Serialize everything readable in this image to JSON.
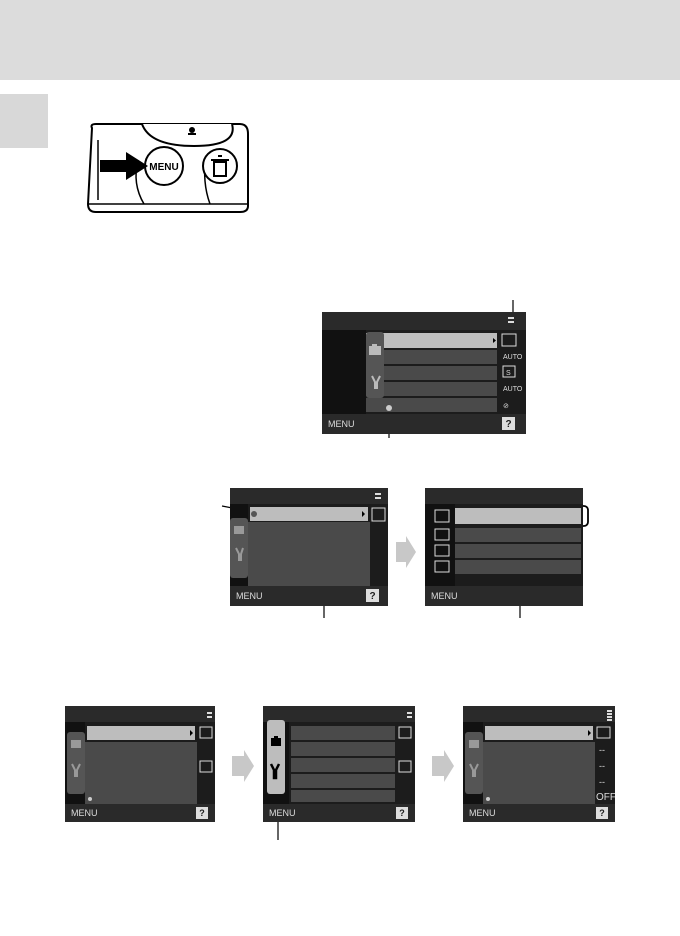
{
  "camera_button": {
    "label": "MENU",
    "icon": "trash-icon"
  },
  "screen_controls": {
    "menu_label": "MENU",
    "help_label": "?"
  },
  "menu_icons": {
    "shooting_tab": "camera-icon",
    "setup_tab": "wrench-icon",
    "scroll_more": "down-arrow-icon",
    "scroll_up": "up-arrow-icon",
    "pages": "page-indicator-icon",
    "item_icons": [
      "image-size-12m-icon",
      "white-balance-auto-icon",
      "continuous-single-icon",
      "iso-auto-icon",
      "vibration-reduction-off-icon"
    ],
    "setup_values": [
      "menu-list-icon",
      "--",
      "--",
      "--",
      "OFF"
    ],
    "submenu_icons": [
      "face-priority-icon",
      "auto-af-icon",
      "center-af-icon",
      "manual-af-icon"
    ]
  },
  "colors": {
    "header": "#dcdcdc",
    "screen": "#1c1c1c",
    "highlight": "#bdbdbd"
  }
}
